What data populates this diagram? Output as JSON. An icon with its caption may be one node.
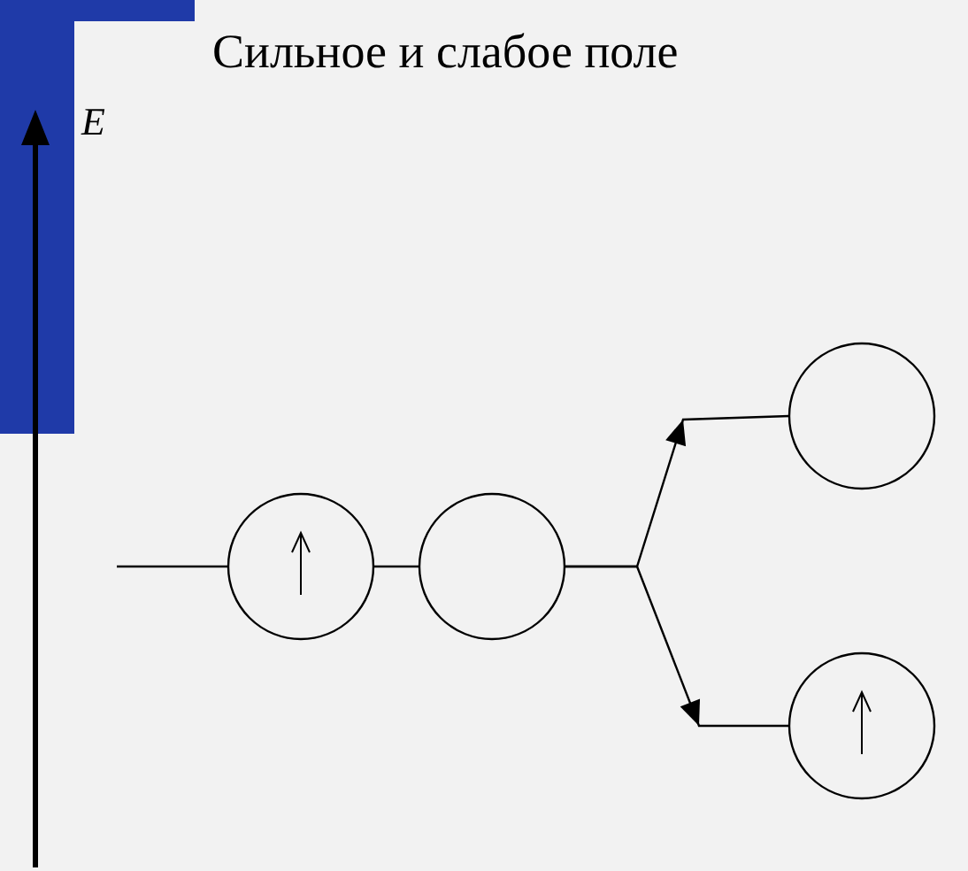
{
  "diagram": {
    "title": "Сильное и слабое поле",
    "nodes": [
      {
        "text": [],
        "shape": "circle"
      },
      {
        "text": [],
        "shape": "circle"
      },
      {
        "text": [],
        "shape": "circle"
      },
      {
        "text": [],
        "shape": "circle"
      }
    ],
    "edges": [
      {
        "from": null,
        "to": 0,
        "arrow": "none"
      },
      {
        "from": 0,
        "to": 1,
        "arrow": "none"
      },
      {
        "from": 1,
        "to": 2,
        "arrow": "to"
      },
      {
        "from": 1,
        "to": 3,
        "arrow": "to"
      }
    ],
    "labels": [
      "E"
    ]
  }
}
